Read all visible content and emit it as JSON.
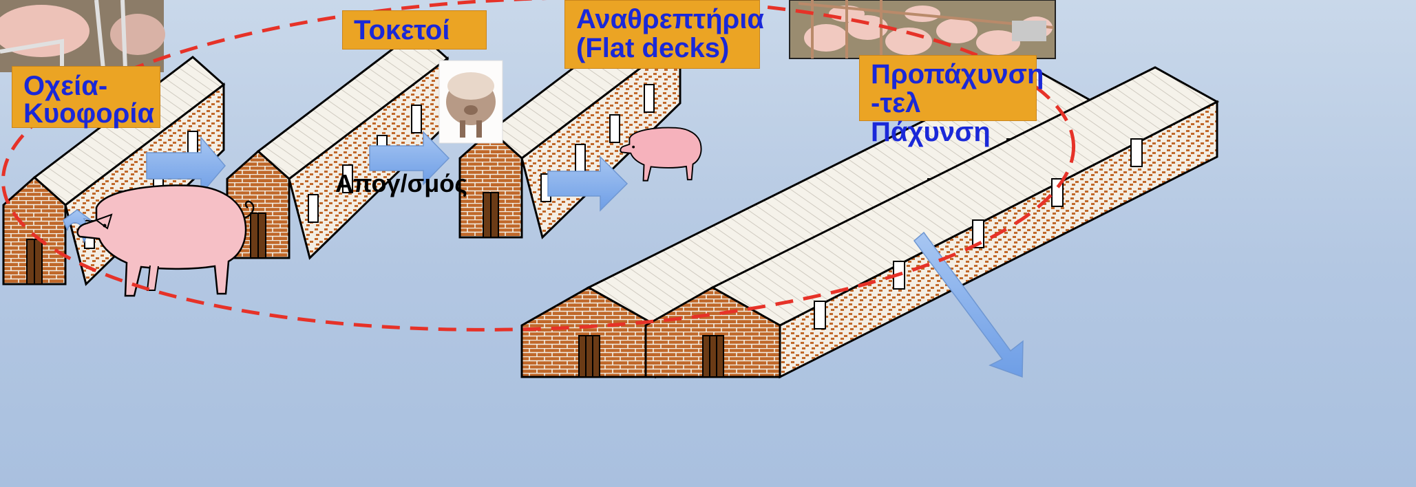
{
  "labels": {
    "breeding": "Οχεία-\nΚυοφορία",
    "farrowing": "Τοκετοί",
    "nursery": "Αναθρεπτήρια\n(Flat decks)",
    "finishing": "Προπάχυνση\n-τελ Πάχυνση",
    "weaning": "Απογ/σμός"
  },
  "colors": {
    "label_fill": "#eba424",
    "label_text": "#1a28d8",
    "cycle_dash": "#e63228",
    "arrow": "#7aa8ea",
    "brick": "#c0682a",
    "roof": "#f3efe6"
  },
  "icons": [
    "building-icon",
    "arrow-right-icon",
    "pig-icon",
    "piglet-photo",
    "sow-stall-photo",
    "pen-photo"
  ]
}
